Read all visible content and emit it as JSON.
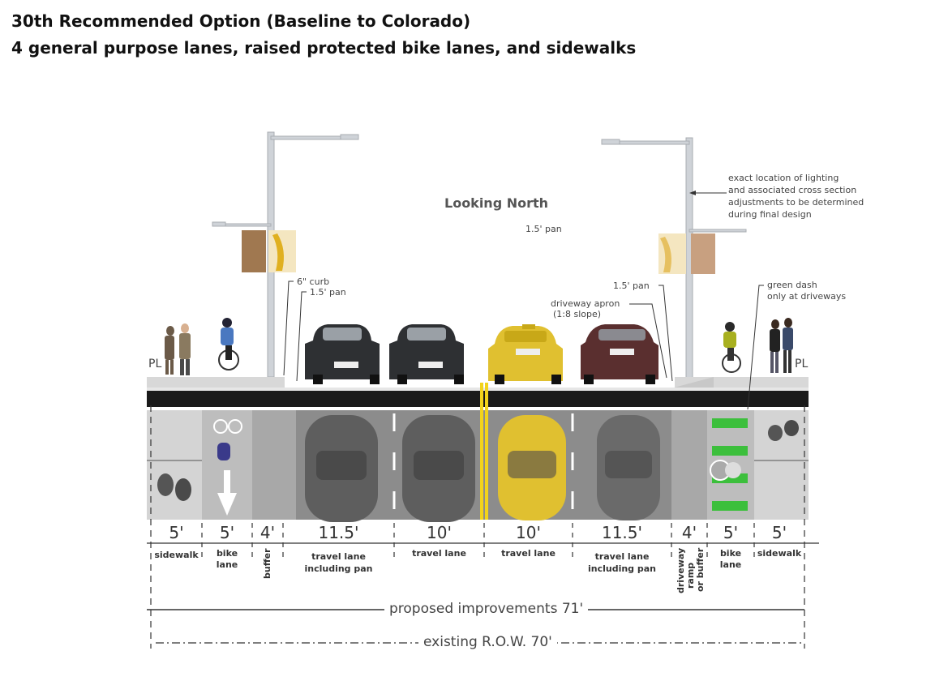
{
  "header": {
    "title": "30th Recommended Option (Baseline to Colorado)",
    "subtitle": "4 general purpose lanes, raised protected bike lanes, and sidewalks"
  },
  "orientation_label": "Looking North",
  "annotations": {
    "pan_center": "1.5' pan",
    "lighting_note": [
      "exact location of lighting",
      "and associated cross section",
      "adjustments to be determined",
      "during final design"
    ],
    "curb_left": "6\" curb",
    "pan_left": "1.5' pan",
    "pan_right": "1.5' pan",
    "driveway_apron": [
      "driveway apron",
      "(1:8 slope)"
    ],
    "green_dash": [
      "green dash",
      "only at driveways"
    ],
    "property_line_left": "PL",
    "property_line_right": "PL"
  },
  "lanes": [
    {
      "width": "5'",
      "name": [
        "sidewalk"
      ]
    },
    {
      "width": "5'",
      "name": [
        "bike",
        "lane"
      ]
    },
    {
      "width": "4'",
      "name": [
        "buffer"
      ],
      "vertical": true
    },
    {
      "width": "11.5'",
      "name": [
        "travel lane",
        "including pan"
      ]
    },
    {
      "width": "10'",
      "name": [
        "travel lane"
      ]
    },
    {
      "width": "10'",
      "name": [
        "travel lane"
      ]
    },
    {
      "width": "11.5'",
      "name": [
        "travel lane",
        "including pan"
      ]
    },
    {
      "width": "4'",
      "name": [
        "driveway",
        "ramp",
        "or buffer"
      ],
      "vertical": true
    },
    {
      "width": "5'",
      "name": [
        "bike",
        "lane"
      ]
    },
    {
      "width": "5'",
      "name": [
        "sidewalk"
      ]
    }
  ],
  "totals": {
    "proposed": "proposed improvements 71'",
    "existing": "existing R.O.W. 70'"
  },
  "colors": {
    "pavement_plan": "#8a8a8a",
    "sidewalk_plan": "#c8c8c8",
    "asphalt_section": "#1a1a1a",
    "centerline": "#f2d31b",
    "green_dash": "#3cbf3c",
    "taxi": "#e0c030"
  }
}
